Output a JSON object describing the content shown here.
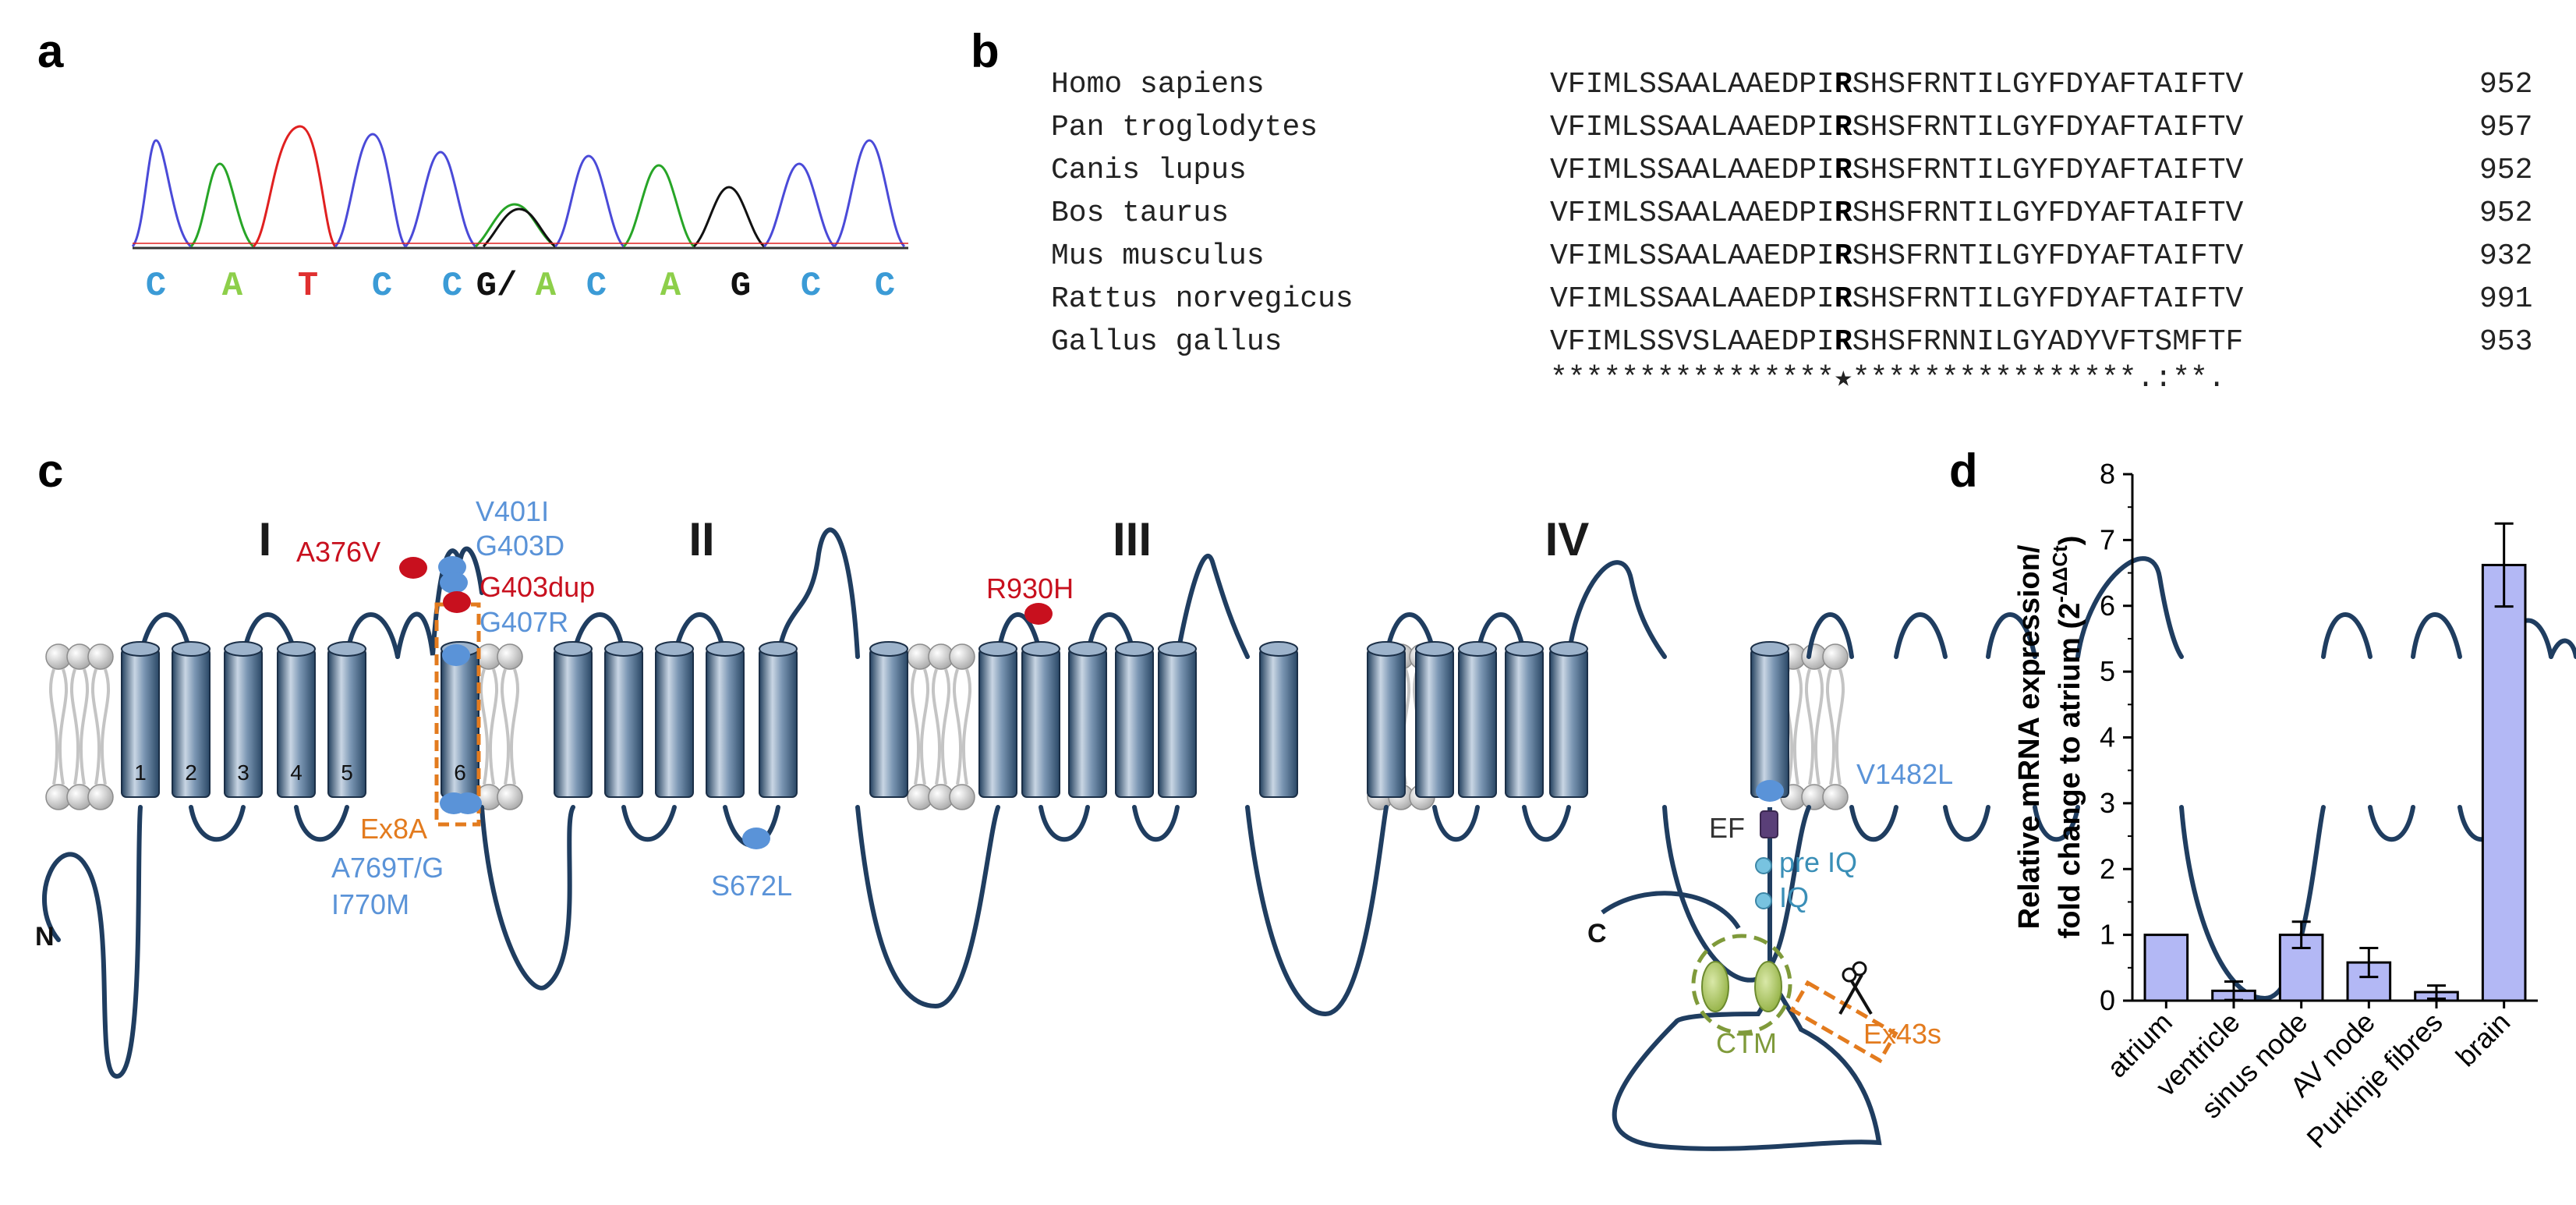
{
  "panels": {
    "a": {
      "letter": "a",
      "bases": [
        {
          "text": "C",
          "color": "#3b9bd6"
        },
        {
          "text": "A",
          "color": "#8dcf4a"
        },
        {
          "text": "T",
          "color": "#e03030"
        },
        {
          "text": "C",
          "color": "#3b9bd6"
        },
        {
          "text": "C",
          "color": "#3b9bd6"
        },
        {
          "text": "G/",
          "color": "#111111"
        },
        {
          "text": "A",
          "color": "#8dcf4a"
        },
        {
          "text": "C",
          "color": "#3b9bd6"
        },
        {
          "text": "A",
          "color": "#8dcf4a"
        },
        {
          "text": "G",
          "color": "#111111"
        },
        {
          "text": "C",
          "color": "#3b9bd6"
        },
        {
          "text": "C",
          "color": "#3b9bd6"
        }
      ]
    },
    "b": {
      "letter": "b",
      "rows": [
        {
          "species": "Homo sapiens",
          "pre": "VFIMLSSAALAAEDPI",
          "r": "R",
          "post": "SHSFRNTILGYFDYAFTAIFTV",
          "pos": "952"
        },
        {
          "species": "Pan troglodytes",
          "pre": "VFIMLSSAALAAEDPI",
          "r": "R",
          "post": "SHSFRNTILGYFDYAFTAIFTV",
          "pos": "957"
        },
        {
          "species": "Canis lupus",
          "pre": "VFIMLSSAALAAEDPI",
          "r": "R",
          "post": "SHSFRNTILGYFDYAFTAIFTV",
          "pos": "952"
        },
        {
          "species": "Bos taurus",
          "pre": "VFIMLSSAALAAEDPI",
          "r": "R",
          "post": "SHSFRNTILGYFDYAFTAIFTV",
          "pos": "952"
        },
        {
          "species": "Mus musculus",
          "pre": "VFIMLSSAALAAEDPI",
          "r": "R",
          "post": "SHSFRNTILGYFDYAFTAIFTV",
          "pos": "932"
        },
        {
          "species": "Rattus norvegicus",
          "pre": "VFIMLSSAALAAEDPI",
          "r": "R",
          "post": "SHSFRNTILGYFDYAFTAIFTV",
          "pos": "991"
        },
        {
          "species": "Gallus gallus",
          "pre": "VFIMLSSVSLAAEDPI",
          "r": "R",
          "post": "SHSFRNNILGYADYVFTSMFTF",
          "pos": "953"
        }
      ],
      "consensus": "****************★****************.:**."
    },
    "c": {
      "letter": "c",
      "domains": [
        "I",
        "II",
        "III",
        "IV"
      ],
      "segments": [
        "1",
        "2",
        "3",
        "4",
        "5",
        "6"
      ],
      "n_term": "N",
      "c_term": "C",
      "labels": {
        "a376v": "A376V",
        "v401i": "V401I",
        "g403d": "G403D",
        "g403dup": "G403dup",
        "g407r": "G407R",
        "ex8a": "Ex8A",
        "a769": "A769T/G",
        "i770m": "I770M",
        "s672l": "S672L",
        "r930h": "R930H",
        "v1482l": "V1482L",
        "ef": "EF",
        "preiq": "pre IQ",
        "iq": "IQ",
        "ctm": "CTM",
        "ex43s": "Ex43s"
      },
      "colors": {
        "red_variant": "#c8101e",
        "blue_variant": "#5a93d8",
        "orange_exon": "#e37b1e",
        "green_ctm": "#7f9a3a",
        "helix": "#3f5f82"
      }
    },
    "d": {
      "letter": "d"
    }
  },
  "chart_data": {
    "type": "bar",
    "title": "",
    "ylabel_line1": "Relative mRNA expression/",
    "ylabel_line2_pre": "fold change to atrium (2",
    "ylabel_sup": "-ΔΔCt",
    "ylabel_line2_post": ")",
    "ylim": [
      0,
      8
    ],
    "yticks": [
      "0",
      "1",
      "2",
      "3",
      "4",
      "5",
      "6",
      "7",
      "8"
    ],
    "categories": [
      "atrium",
      "ventricle",
      "sinus node",
      "AV node",
      "Purkinje fibres",
      "brain"
    ],
    "values": [
      1.0,
      0.15,
      1.0,
      0.58,
      0.13,
      6.62
    ],
    "errors": [
      0,
      0.14,
      0.2,
      0.22,
      0.1,
      0.63
    ],
    "bar_color": "#b3b8f5"
  }
}
